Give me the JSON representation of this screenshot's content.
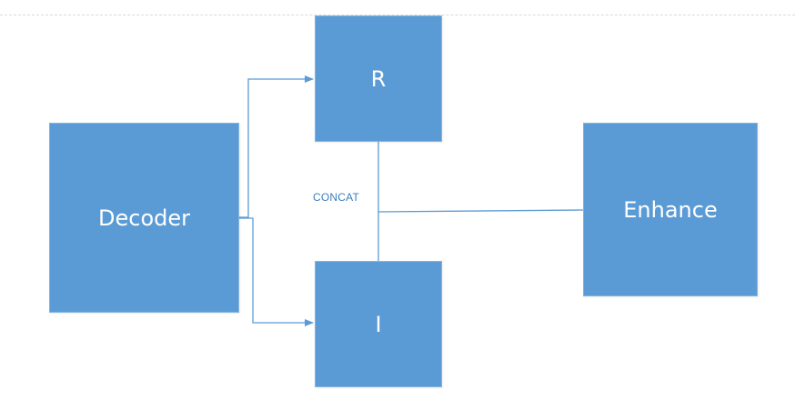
{
  "diagram": {
    "nodes": {
      "decoder": {
        "label": "Decoder"
      },
      "r": {
        "label": "R"
      },
      "i": {
        "label": "I"
      },
      "enhance": {
        "label": "Enhance"
      }
    },
    "concat_label": "CONCAT",
    "edges": [
      {
        "from": "Decoder",
        "to": "R",
        "arrow": true
      },
      {
        "from": "Decoder",
        "to": "I",
        "arrow": true
      },
      {
        "from": "R",
        "to": "I",
        "arrow": false
      },
      {
        "from": "R-I junction",
        "to": "Enhance",
        "arrow": false
      }
    ]
  },
  "colors": {
    "box_fill": "#5b9bd5",
    "box_text": "#ffffff",
    "connector": "#5b9bd5",
    "label_text": "#3a7ebf"
  }
}
